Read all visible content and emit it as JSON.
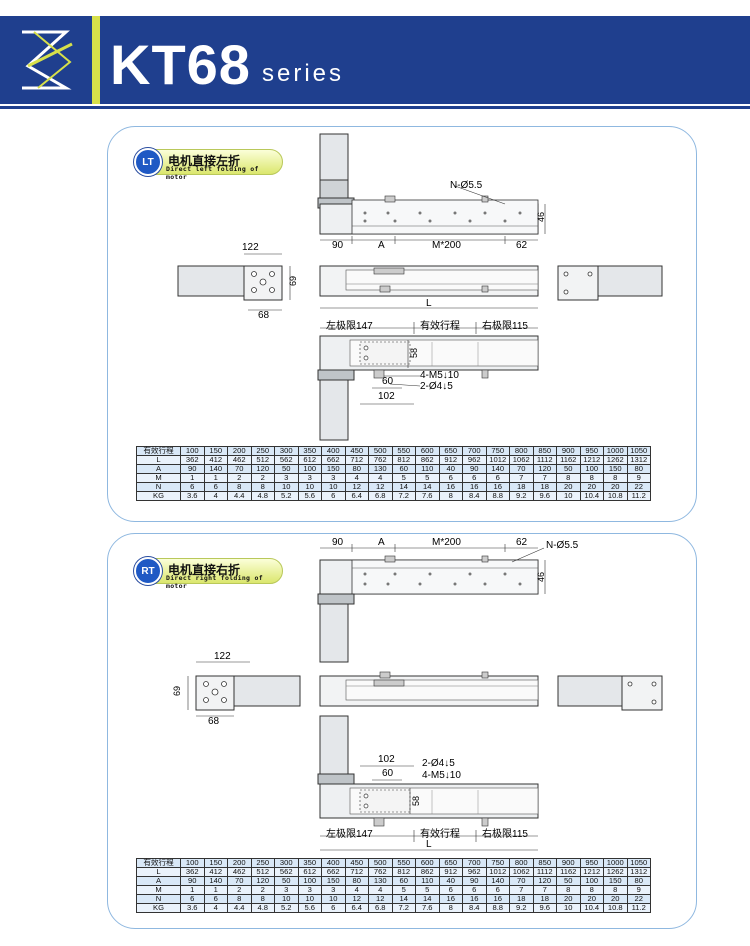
{
  "header": {
    "title": "KT68",
    "subtitle": "series",
    "colors": {
      "band": "#1f3f8e",
      "accent": "#d7e04a"
    }
  },
  "lt": {
    "badge_code": "LT",
    "badge_cn": "电机直接左折",
    "badge_en": "Direct left folding of motor",
    "dims": {
      "hole": "N-Ø5.5",
      "h46": "46",
      "d90": "90",
      "dA": "A",
      "dM": "M*200",
      "d62": "62",
      "w122": "122",
      "h69": "69",
      "w68": "68",
      "L": "L",
      "left_limit": "左极限147",
      "stroke": "有效行程",
      "right_limit": "右极限115",
      "h58": "58",
      "m5": "4-M5↓10",
      "pin": "2-Ø4↓5",
      "d60": "60",
      "d102": "102"
    }
  },
  "rt": {
    "badge_code": "RT",
    "badge_cn": "电机直接右折",
    "badge_en": "Direct right folding of motor",
    "dims": {
      "hole": "N-Ø5.5",
      "h46": "46",
      "d90": "90",
      "dA": "A",
      "dM": "M*200",
      "d62": "62",
      "w122": "122",
      "h69": "69",
      "w68": "68",
      "L": "L",
      "left_limit": "左极限147",
      "stroke": "有效行程",
      "right_limit": "右极限115",
      "h58": "58",
      "m5": "4-M5↓10",
      "pin": "2-Ø4↓5",
      "d60": "60",
      "d102": "102"
    }
  },
  "spec_table": {
    "rows": [
      {
        "label": "有效行程",
        "values": [
          "100",
          "150",
          "200",
          "250",
          "300",
          "350",
          "400",
          "450",
          "500",
          "550",
          "600",
          "650",
          "700",
          "750",
          "800",
          "850",
          "900",
          "950",
          "1000",
          "1050"
        ]
      },
      {
        "label": "L",
        "values": [
          "362",
          "412",
          "462",
          "512",
          "562",
          "612",
          "662",
          "712",
          "762",
          "812",
          "862",
          "912",
          "962",
          "1012",
          "1062",
          "1112",
          "1162",
          "1212",
          "1262",
          "1312"
        ]
      },
      {
        "label": "A",
        "values": [
          "90",
          "140",
          "70",
          "120",
          "50",
          "100",
          "150",
          "80",
          "130",
          "60",
          "110",
          "40",
          "90",
          "140",
          "70",
          "120",
          "50",
          "100",
          "150",
          "80"
        ]
      },
      {
        "label": "M",
        "values": [
          "1",
          "1",
          "2",
          "2",
          "3",
          "3",
          "3",
          "4",
          "4",
          "5",
          "5",
          "6",
          "6",
          "6",
          "7",
          "7",
          "8",
          "8",
          "8",
          "9"
        ]
      },
      {
        "label": "N",
        "values": [
          "6",
          "6",
          "8",
          "8",
          "10",
          "10",
          "10",
          "12",
          "12",
          "14",
          "14",
          "16",
          "16",
          "16",
          "18",
          "18",
          "20",
          "20",
          "20",
          "22"
        ]
      },
      {
        "label": "KG",
        "values": [
          "3.6",
          "4",
          "4.4",
          "4.8",
          "5.2",
          "5.6",
          "6",
          "6.4",
          "6.8",
          "7.2",
          "7.6",
          "8",
          "8.4",
          "8.8",
          "9.2",
          "9.6",
          "10",
          "10.4",
          "10.8",
          "11.2"
        ]
      }
    ]
  }
}
